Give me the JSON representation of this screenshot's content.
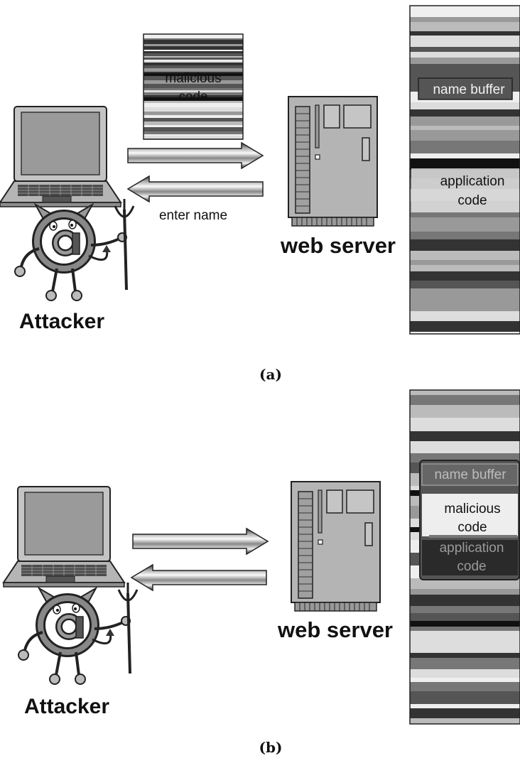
{
  "panel_a": {
    "caption": "(a)",
    "attacker_label": "Attacker",
    "server_label": "web server",
    "payload_label_line1": "malicious",
    "payload_label_line2": "code",
    "prompt_label": "enter name",
    "memory": {
      "name_buffer": "name buffer",
      "application_line1": "application",
      "application_line2": "code"
    }
  },
  "panel_b": {
    "caption": "(b)",
    "attacker_label": "Attacker",
    "server_label": "web server",
    "memory": {
      "name_buffer": "name buffer",
      "malicious_line1": "malicious",
      "malicious_line2": "code",
      "application_line1": "application",
      "application_line2": "code"
    }
  },
  "colors": {
    "stripe_palette": [
      "#111111",
      "#333333",
      "#555555",
      "#777777",
      "#999999",
      "#bbbbbb",
      "#dddddd",
      "#efefef"
    ],
    "device": "#b9b9b9",
    "device_dark": "#7a7a7a",
    "outline": "#222222"
  }
}
